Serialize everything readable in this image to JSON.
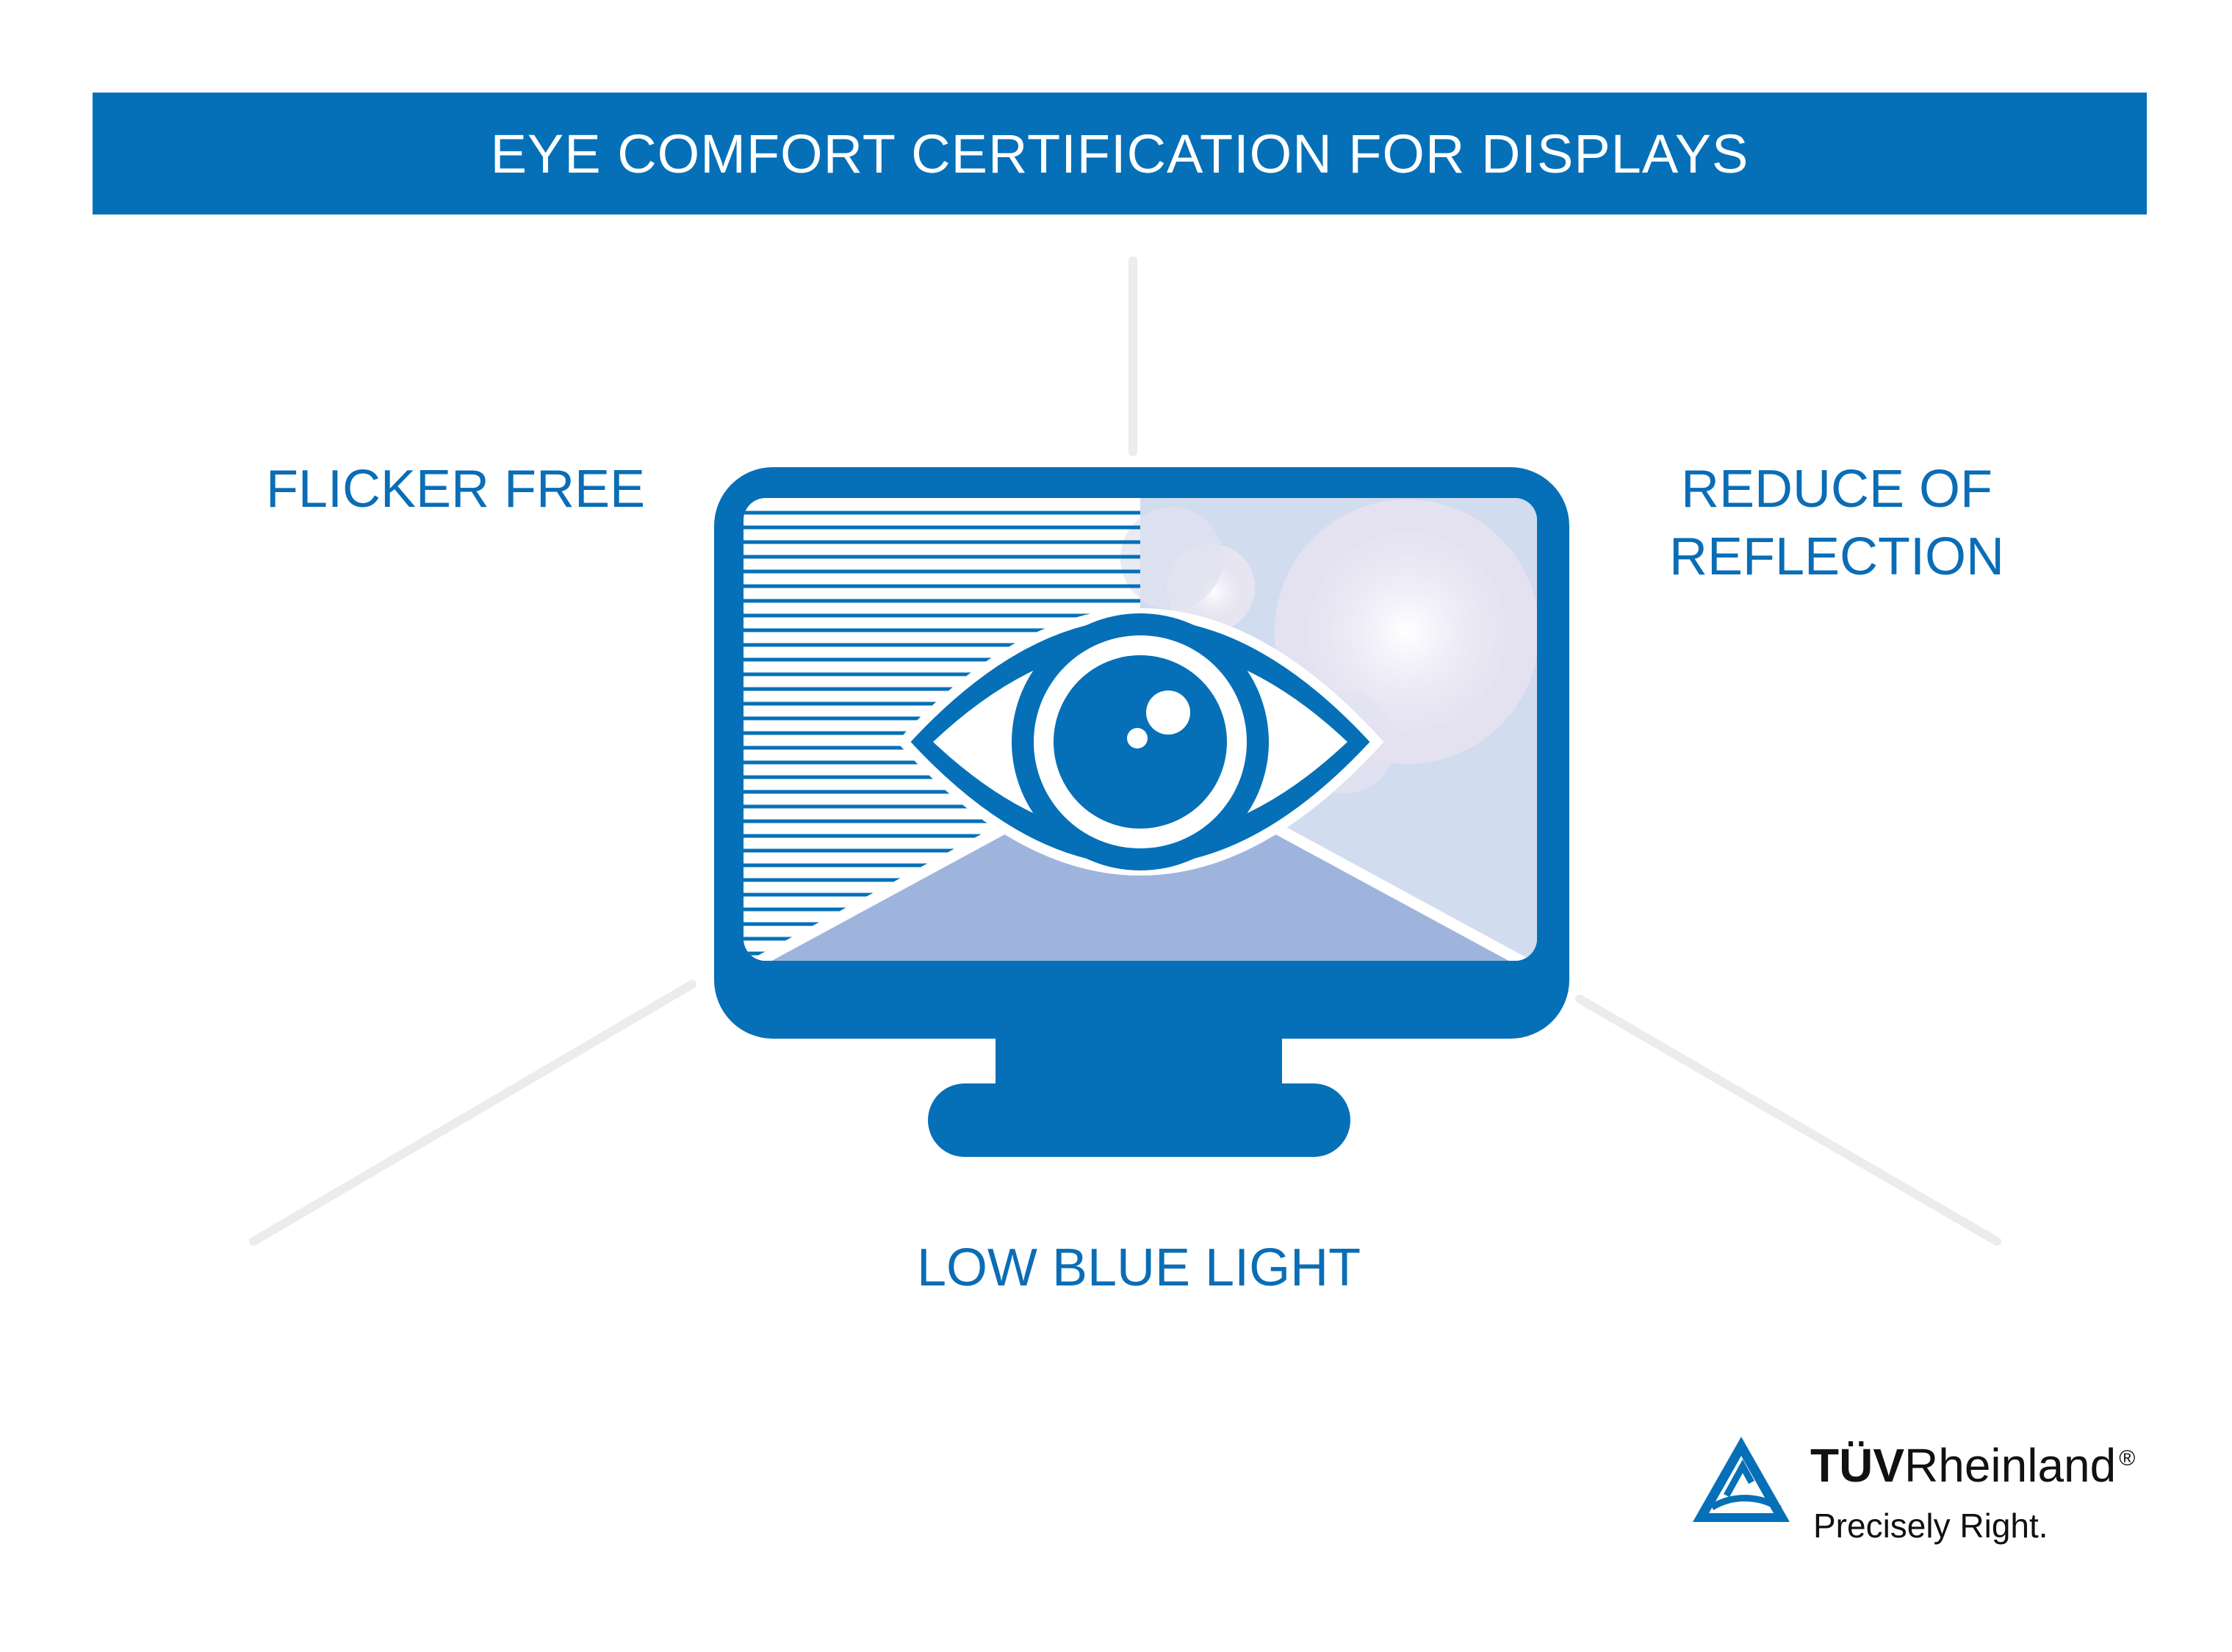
{
  "header": {
    "title": "EYE COMFORT CERTIFICATION FOR DISPLAYS"
  },
  "features": {
    "flicker": "FLICKER FREE",
    "reflection_line1": "REDUCE OF",
    "reflection_line2": "REFLECTION",
    "blue_light": "LOW BLUE LIGHT"
  },
  "logo": {
    "brand_bold": "TÜV",
    "brand_regular": "Rheinland",
    "registered": "®",
    "tagline": "Precisely Right."
  },
  "colors": {
    "brand_blue": "#0570b8",
    "label_blue": "#0a6db5",
    "screen_light": "#d2dcef",
    "screen_mid": "#9fb4dd",
    "connector_gray": "#ececec"
  },
  "icons": [
    "monitor-icon",
    "eye-icon",
    "tuv-triangle-icon"
  ]
}
